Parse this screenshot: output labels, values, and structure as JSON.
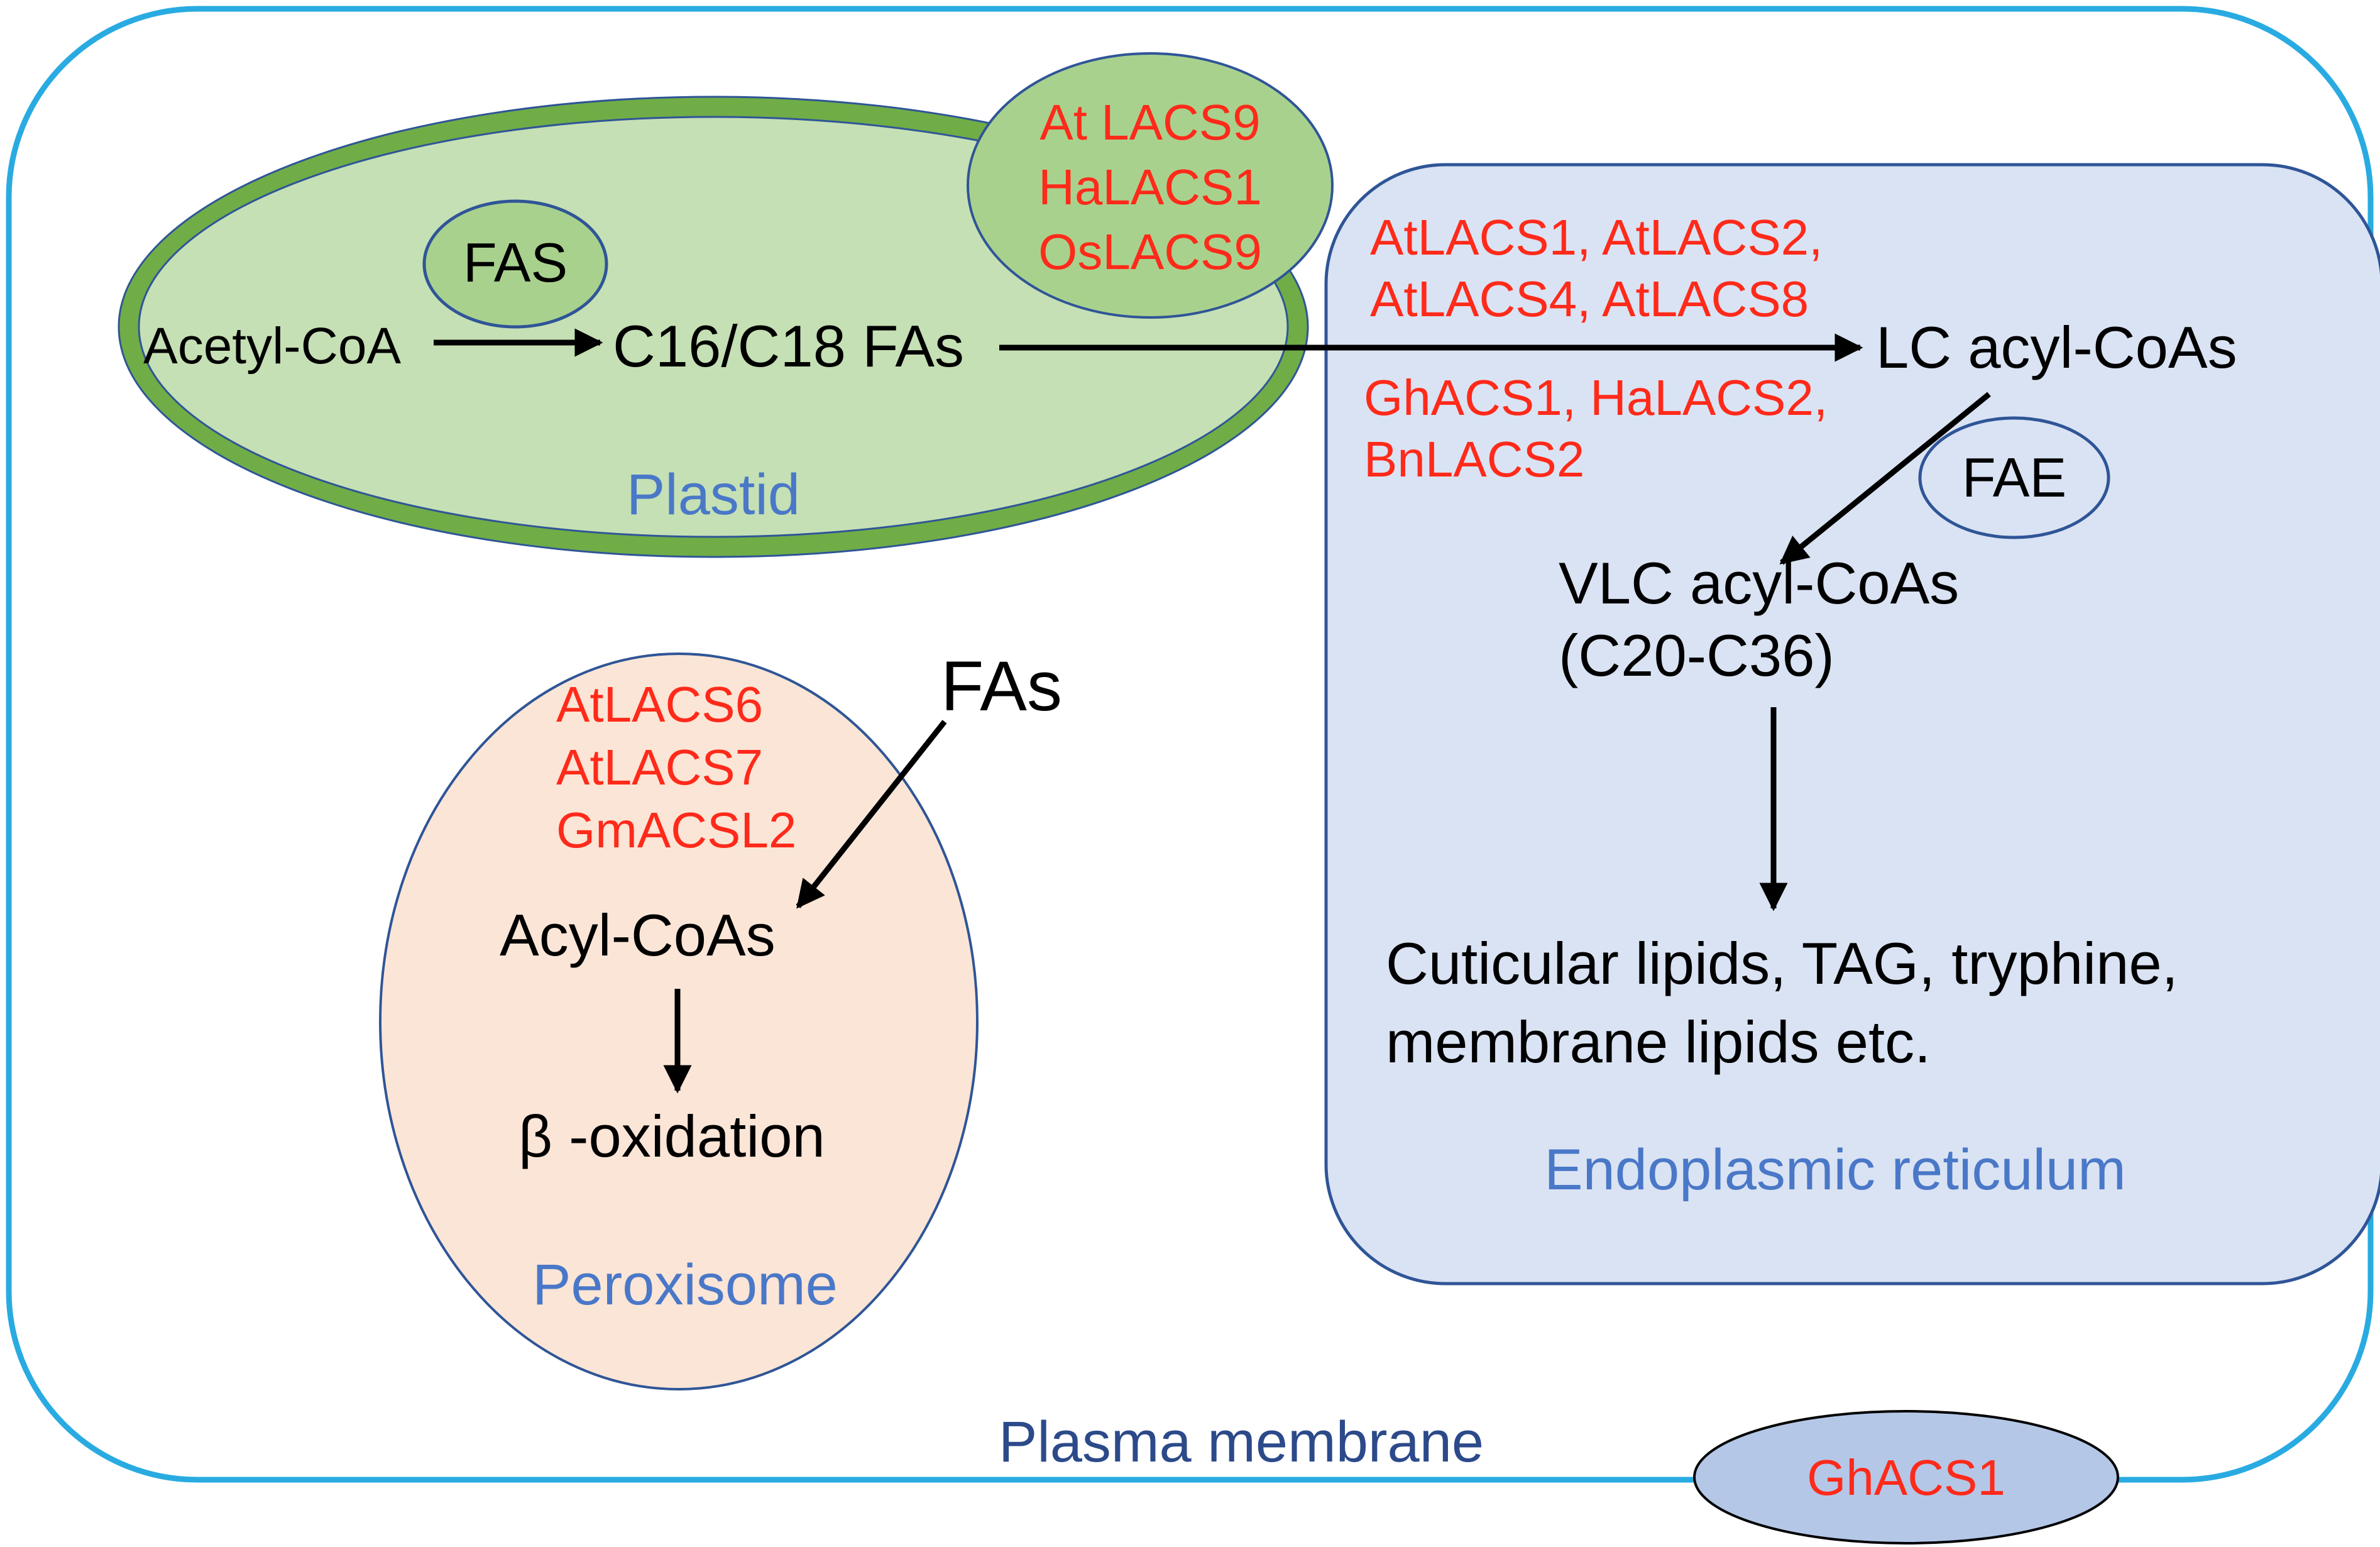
{
  "plasma_membrane": {
    "label": "Plasma membrane",
    "protein": "GhACS1"
  },
  "plastid": {
    "label": "Plastid",
    "enzyme": "FAS",
    "substrate": "Acetyl-CoA",
    "product": "C16/C18 FAs",
    "membrane_proteins": [
      "At LACS9",
      "HaLACS1",
      "OsLACS9"
    ]
  },
  "er": {
    "label": "Endoplasmic reticulum",
    "proteins_line1": "AtLACS1, AtLACS2,",
    "proteins_line2": "AtLACS4, AtLACS8",
    "proteins_line3": "GhACS1, HaLACS2,",
    "proteins_line4": "BnLACS2",
    "lc_acyl_coas": "LC acyl-CoAs",
    "enzyme": "FAE",
    "vlc_line1": "VLC acyl-CoAs",
    "vlc_line2": "(C20-C36)",
    "products_line1": "Cuticular lipids, TAG, tryphine,",
    "products_line2": "membrane lipids etc."
  },
  "peroxisome": {
    "label": "Peroxisome",
    "proteins": [
      "AtLACS6",
      "AtLACS7",
      "GmACSL2"
    ],
    "fas_input": "FAs",
    "acyl_coas": "Acyl-CoAs",
    "oxidation": "β -oxidation"
  },
  "colors": {
    "plasma_membrane": "#29abe2",
    "plastid_fill": "#c5e0b4",
    "plastid_border": "#70ad47",
    "er_fill": "#dae3f3",
    "er_border": "#2f5597",
    "peroxisome_fill": "#fbe5d6",
    "gene_text": "#ff2a1a",
    "compartment_label": "#4a78c8"
  }
}
